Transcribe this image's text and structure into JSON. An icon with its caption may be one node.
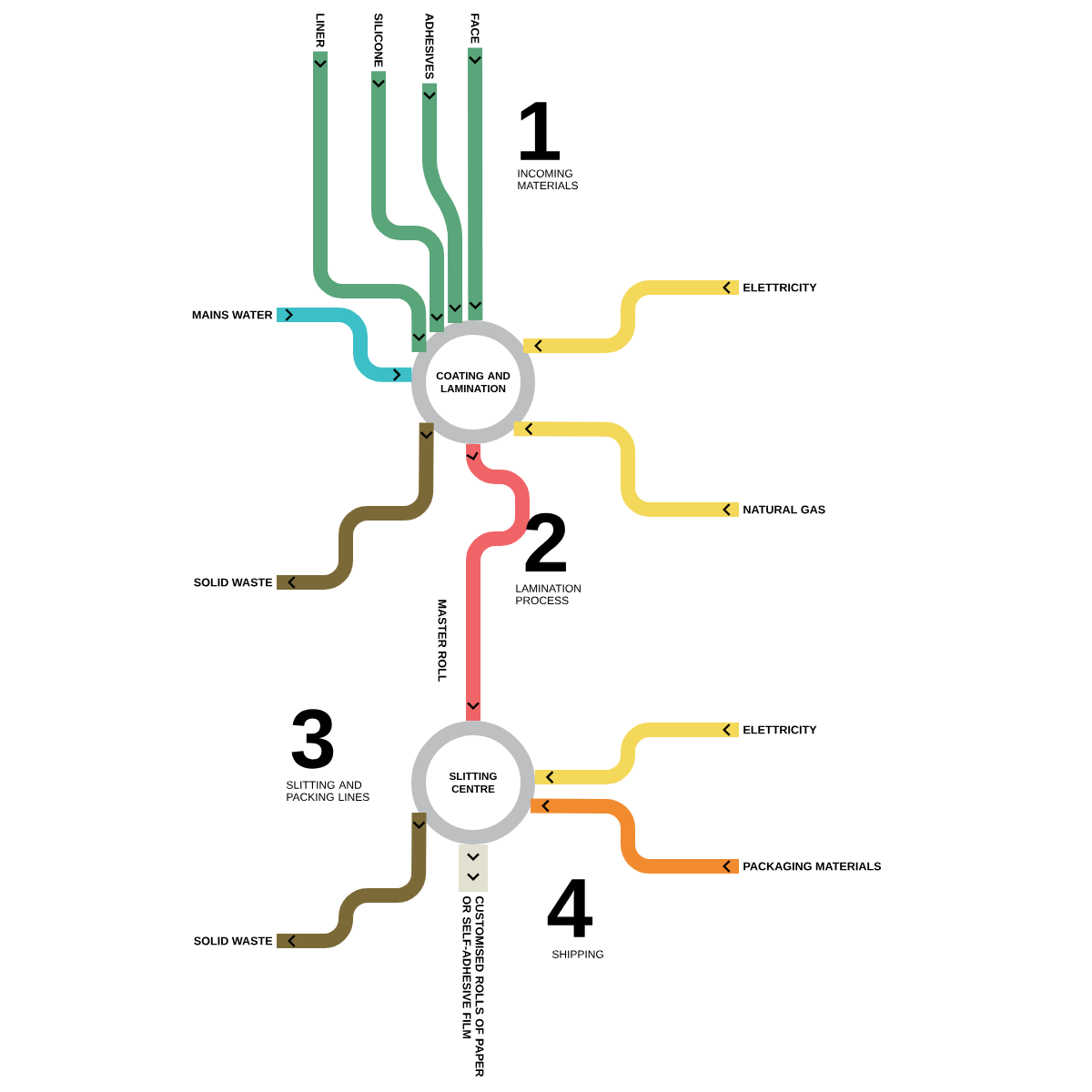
{
  "diagram": {
    "nodes": [
      {
        "text": [
          "LINER"
        ]
      },
      {
        "text": [
          "SILICONE"
        ]
      },
      {
        "text": [
          "ADHESIVES"
        ]
      },
      {
        "text": [
          "FACE"
        ]
      },
      {
        "text": [
          "MAINS WATER"
        ]
      },
      {
        "text": [
          "ELETTRICITY"
        ]
      },
      {
        "text": [
          "COATING AND LAMINATION"
        ]
      },
      {
        "text": [
          "NATURAL GAS"
        ]
      },
      {
        "text": [
          "SOLID WASTE"
        ]
      },
      {
        "text": [
          "SLITTING CENTRE"
        ]
      },
      {
        "text": [
          "ELETTRICITY"
        ]
      },
      {
        "text": [
          "PACKAGING MATERIALS"
        ]
      },
      {
        "text": [
          "SOLID WASTE"
        ]
      },
      {
        "text": [
          "CUSTOMISED ROLLS OF PAPER OR SELF-ADHESIVE FILM"
        ]
      }
    ],
    "edges": [
      {
        "from": 0,
        "to": 6,
        "arrow": "to"
      },
      {
        "from": 1,
        "to": 6,
        "arrow": "to"
      },
      {
        "from": 2,
        "to": 6,
        "arrow": "to"
      },
      {
        "from": 3,
        "to": 6,
        "arrow": "to"
      },
      {
        "from": 4,
        "to": 6,
        "arrow": "to",
        "color": "#3cbfc6"
      },
      {
        "from": 5,
        "to": 6,
        "arrow": "to",
        "color": "#f3d85a"
      },
      {
        "from": 7,
        "to": 6,
        "arrow": "to",
        "color": "#f3d85a"
      },
      {
        "from": 6,
        "to": 8,
        "arrow": "to",
        "color": "#7b6a38"
      },
      {
        "from": 6,
        "to": 9,
        "arrow": "to",
        "label": "MASTER ROLL",
        "color": "#f06468"
      },
      {
        "from": 10,
        "to": 9,
        "arrow": "to",
        "color": "#f3d85a"
      },
      {
        "from": 11,
        "to": 9,
        "arrow": "to",
        "color": "#f28b30"
      },
      {
        "from": 9,
        "to": 12,
        "arrow": "to",
        "color": "#7b6a38"
      },
      {
        "from": 9,
        "to": 13,
        "arrow": "to",
        "style": "thick",
        "color": "#e2e0d0"
      }
    ],
    "labels": [
      "1",
      "INCOMING MATERIALS",
      "2",
      "LAMINATION PROCESS",
      "3",
      "SLITTING AND PACKING LINES",
      "4",
      "SHIPPING"
    ]
  }
}
